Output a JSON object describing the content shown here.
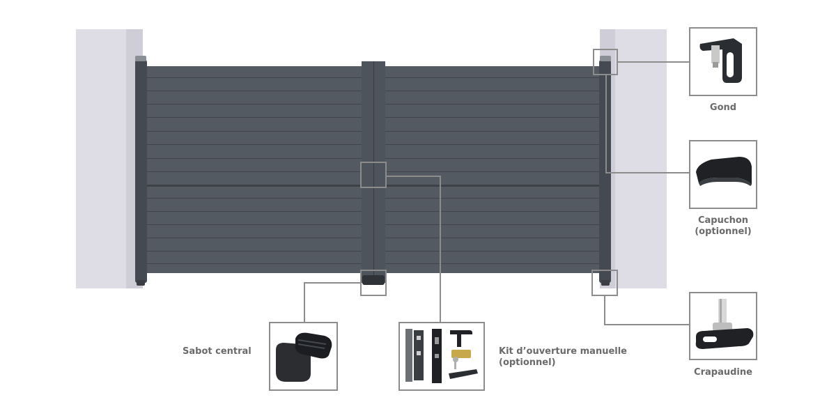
{
  "parts": {
    "gond": {
      "label": "Gond",
      "icon": "gond-hinge-icon"
    },
    "capuchon": {
      "label_line1": "Capuchon",
      "label_line2": "(optionnel)",
      "icon": "capuchon-cap-icon"
    },
    "crapaudine": {
      "label": "Crapaudine",
      "icon": "crapaudine-pivot-icon"
    },
    "sabot": {
      "label": "Sabot central",
      "icon": "sabot-stop-icon"
    },
    "kit": {
      "label_line1": "Kit d’ouverture manuelle",
      "label_line2": "(optionnel)",
      "icon": "lock-kit-icon"
    }
  },
  "colors": {
    "gate": "#545a62",
    "pillar": "#dedde5",
    "callout": "#8c8c8c",
    "label": "#6a6a6a"
  }
}
